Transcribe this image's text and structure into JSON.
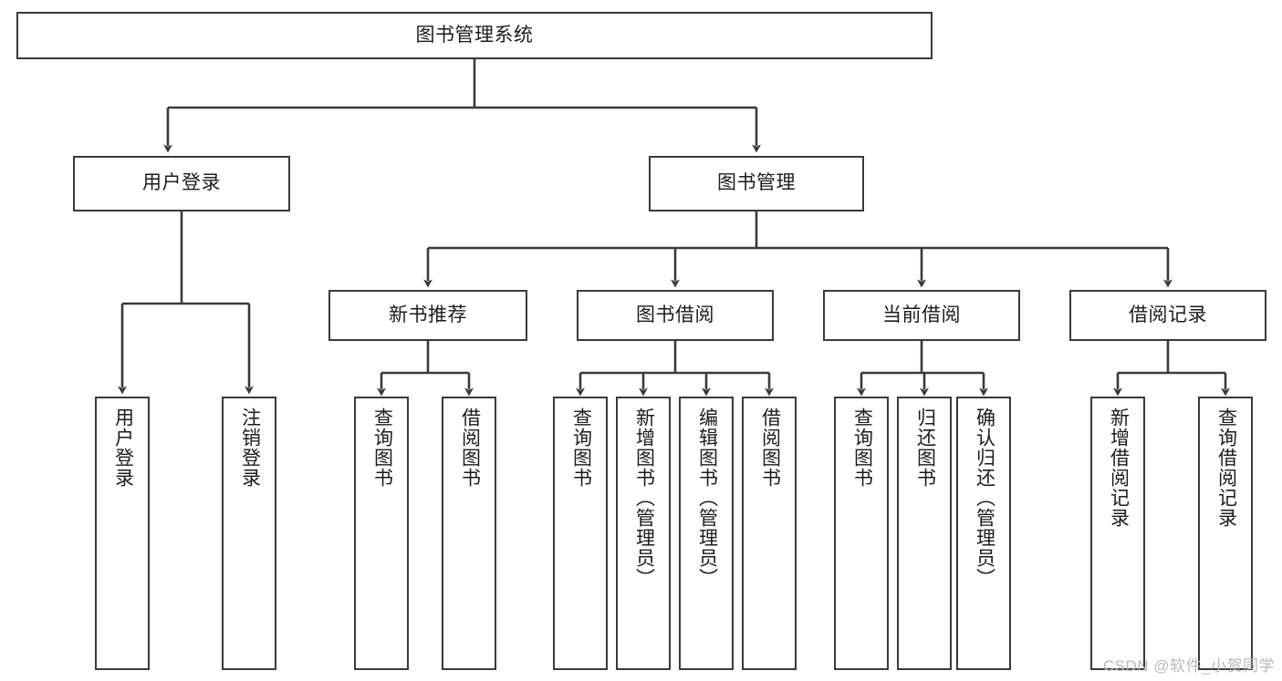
{
  "diagram": {
    "title": "图书管理系统",
    "type": "tree-hierarchy-diagram",
    "colors": {
      "stroke": "#3a3a3a",
      "fill": "#ffffff",
      "text": "#1c1c1c",
      "watermark": "#b9b9b9"
    },
    "root": {
      "label": "图书管理系统"
    },
    "level2": [
      {
        "label": "用户登录"
      },
      {
        "label": "图书管理"
      }
    ],
    "level3": [
      {
        "label": "新书推荐"
      },
      {
        "label": "图书借阅"
      },
      {
        "label": "当前借阅"
      },
      {
        "label": "借阅记录"
      }
    ],
    "leaves": {
      "user_login": [
        {
          "label": "用户登录"
        },
        {
          "label": "注销登录"
        }
      ],
      "new_book_recommend": [
        {
          "label": "查询图书"
        },
        {
          "label": "借阅图书"
        }
      ],
      "book_borrow": [
        {
          "label": "查询图书"
        },
        {
          "label": "新增图书（管理员）"
        },
        {
          "label": "编辑图书（管理员）"
        },
        {
          "label": "借阅图书"
        }
      ],
      "current_borrow": [
        {
          "label": "查询图书"
        },
        {
          "label": "归还图书"
        },
        {
          "label": "确认归还（管理员）"
        }
      ],
      "borrow_record": [
        {
          "label": "新增借阅记录"
        },
        {
          "label": "查询借阅记录"
        }
      ]
    },
    "watermark": "CSDN @软件_小贺同学"
  }
}
